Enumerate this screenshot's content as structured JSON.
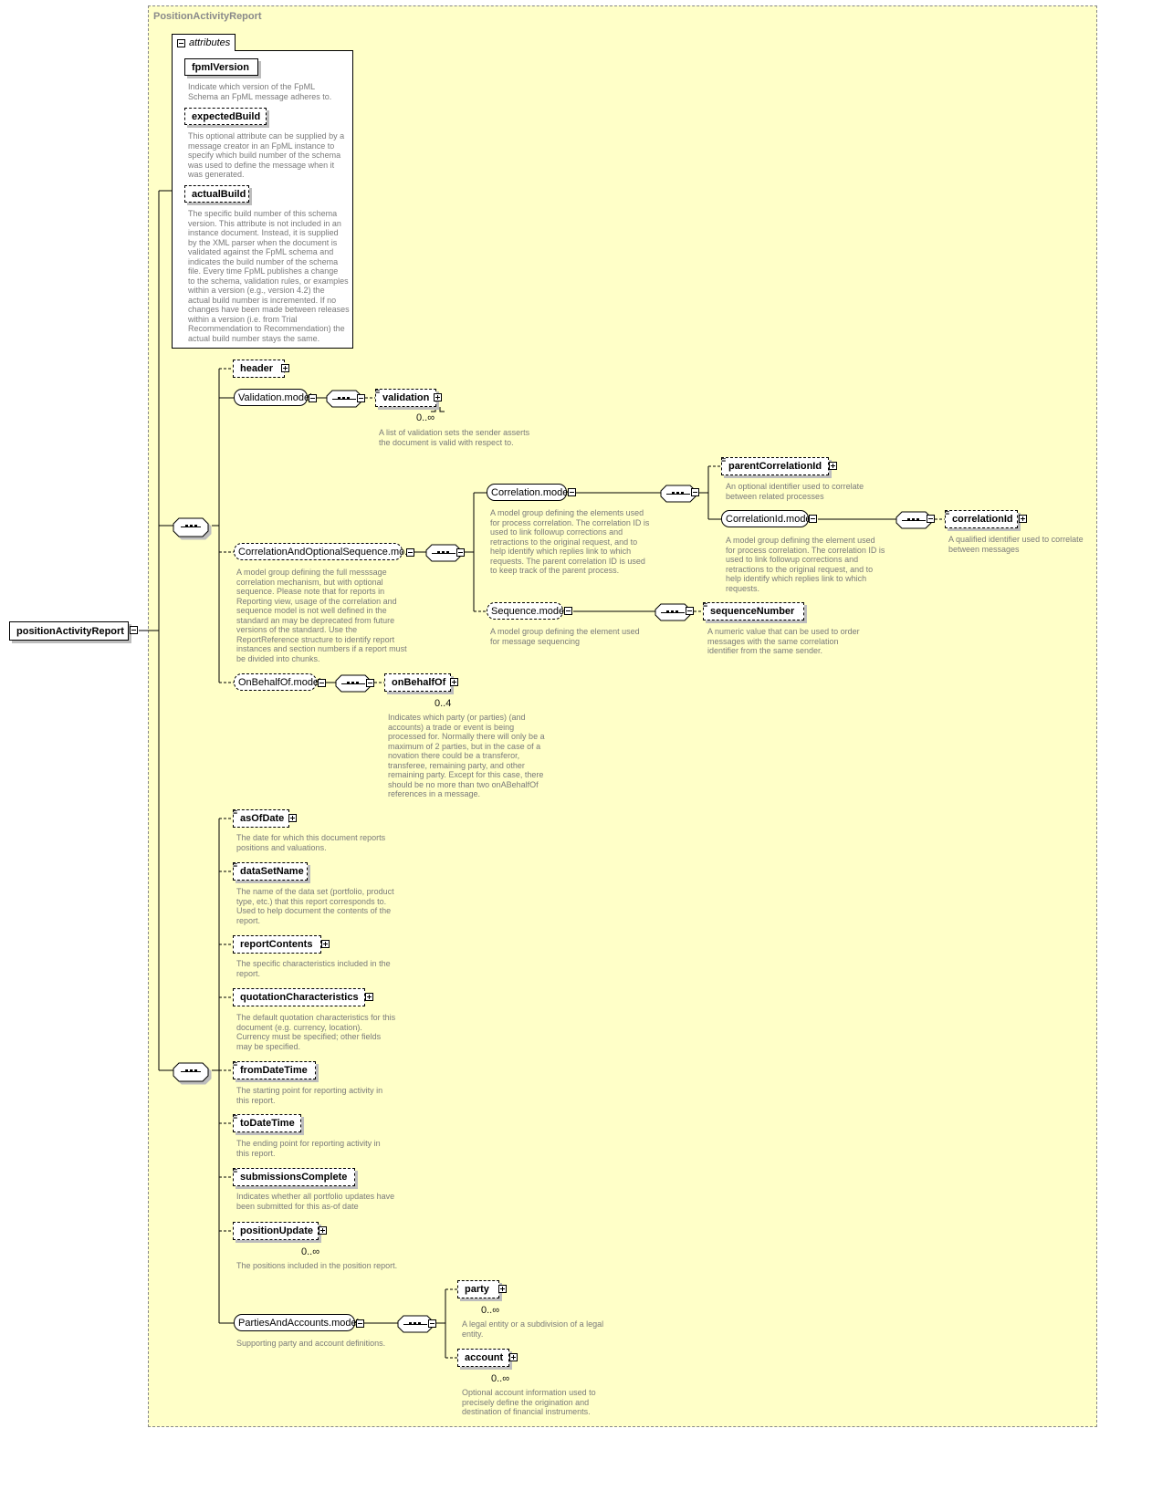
{
  "container": {
    "title": "PositionActivityReport"
  },
  "root": {
    "label": "positionActivityReport"
  },
  "attributes": {
    "tab_label": "attributes",
    "items": [
      {
        "name": "fpmlVersion",
        "desc": "Indicate which version of the FpML\nSchema an FpML message adheres to."
      },
      {
        "name": "expectedBuild",
        "desc": "This optional attribute can be supplied by a\nmessage creator in an FpML instance to\nspecify which build number of the schema\nwas used to define the message when it\nwas generated."
      },
      {
        "name": "actualBuild",
        "desc": "The specific build number of this schema\nversion. This attribute is not included in an\ninstance document. Instead, it is supplied\nby the XML parser when the document is\nvalidated against the FpML schema and\nindicates the build number of the schema\nfile. Every time FpML publishes a change\nto the schema, validation rules, or examples\nwithin a version (e.g., version 4.2) the\nactual build number is incremented. If no\nchanges have been made between releases\nwithin a version (i.e. from Trial\nRecommendation to Recommendation) the\nactual build number stays the same."
      }
    ]
  },
  "seq1": {
    "header": {
      "label": "header"
    },
    "validation_model": {
      "label": "Validation.model"
    },
    "validation": {
      "label": "validation",
      "card": "0..∞",
      "desc": "A list of validation sets the sender asserts\nthe document is valid with respect to."
    },
    "corr_opt_seq": {
      "label": "CorrelationAndOptionalSequence.mo...",
      "desc": "A model group defining the full messsage\ncorrelation mechanism, but with optional\nsequence. Please note that for reports in\nReporting view, usage of the correlation and\nsequence model is not well defined in the\nstandard an may be deprecated from future\nversions of the standard. Use the\nReportReference structure to identify report\ninstances and section numbers if a report must\nbe divided into chunks."
    },
    "correlation_model": {
      "label": "Correlation.model",
      "desc": "A model group defining the elements used\nfor process correlation. The correlation ID is\nused to link followup corrections and\nretractions to the original request, and to\nhelp identify which replies link to which\nrequests. The parent correlation ID is used\nto keep track of the parent process."
    },
    "parent_correlation_id": {
      "label": "parentCorrelationId",
      "desc": "An optional identifier used to correlate\nbetween related processes"
    },
    "correlation_id_model": {
      "label": "CorrelationId.model",
      "desc": "A model group defining the element used\nfor process correlation. The correlation ID is\nused to link followup corrections and\nretractions to the original request, and to\nhelp identify which replies link to which\nrequests."
    },
    "correlation_id": {
      "label": "correlationId",
      "desc": "A qualified identifier used to correlate\nbetween messages"
    },
    "sequence_model": {
      "label": "Sequence.model",
      "desc": "A model group defining the element used\nfor message sequencing"
    },
    "sequence_number": {
      "label": "sequenceNumber",
      "desc": "A numeric value that can be used to order\nmessages with the same correlation\nidentifier from the same sender."
    },
    "on_behalf_of_model": {
      "label": "OnBehalfOf.model"
    },
    "on_behalf_of": {
      "label": "onBehalfOf",
      "card": "0..4",
      "desc": "Indicates which party (or parties) (and\naccounts) a trade or event is being\nprocessed for. Normally there will only be a\nmaximum of 2 parties, but in the case of a\nnovation there could be a transferor,\ntransferee, remaining party, and other\nremaining party. Except for this case, there\nshould be no more than two onABehalfOf\nreferences in a message."
    }
  },
  "seq2": {
    "as_of_date": {
      "label": "asOfDate",
      "desc": "The date for which this document reports\npositions and valuations."
    },
    "data_set_name": {
      "label": "dataSetName",
      "desc": "The name of the data set (portfolio, product\ntype, etc.) that this report corresponds to.\nUsed to help document the contents of the\nreport."
    },
    "report_contents": {
      "label": "reportContents",
      "desc": "The specific characteristics included in the\nreport."
    },
    "quotation_characteristics": {
      "label": "quotationCharacteristics",
      "desc": "The default quotation characteristics for this\ndocument (e.g. currency, location).\nCurrency must be specified; other fields\nmay be specified."
    },
    "from_date_time": {
      "label": "fromDateTime",
      "desc": "The starting point for reporting activity in\nthis report."
    },
    "to_date_time": {
      "label": "toDateTime",
      "desc": "The ending point for reporting activity in\nthis report."
    },
    "submissions_complete": {
      "label": "submissionsComplete",
      "desc": "Indicates whether all portfolio updates have\nbeen submitted for this as-of date"
    },
    "position_update": {
      "label": "positionUpdate",
      "card": "0..∞",
      "desc": "The positions included in the position report."
    },
    "parties_and_accounts_model": {
      "label": "PartiesAndAccounts.model",
      "desc": "Supporting party and account definitions."
    },
    "party": {
      "label": "party",
      "card": "0..∞",
      "desc": "A legal entity or a subdivision of a legal\nentity."
    },
    "account": {
      "label": "account",
      "card": "0..∞",
      "desc": "Optional account information used to\nprecisely define the origination and\ndestination of financial instruments."
    }
  }
}
